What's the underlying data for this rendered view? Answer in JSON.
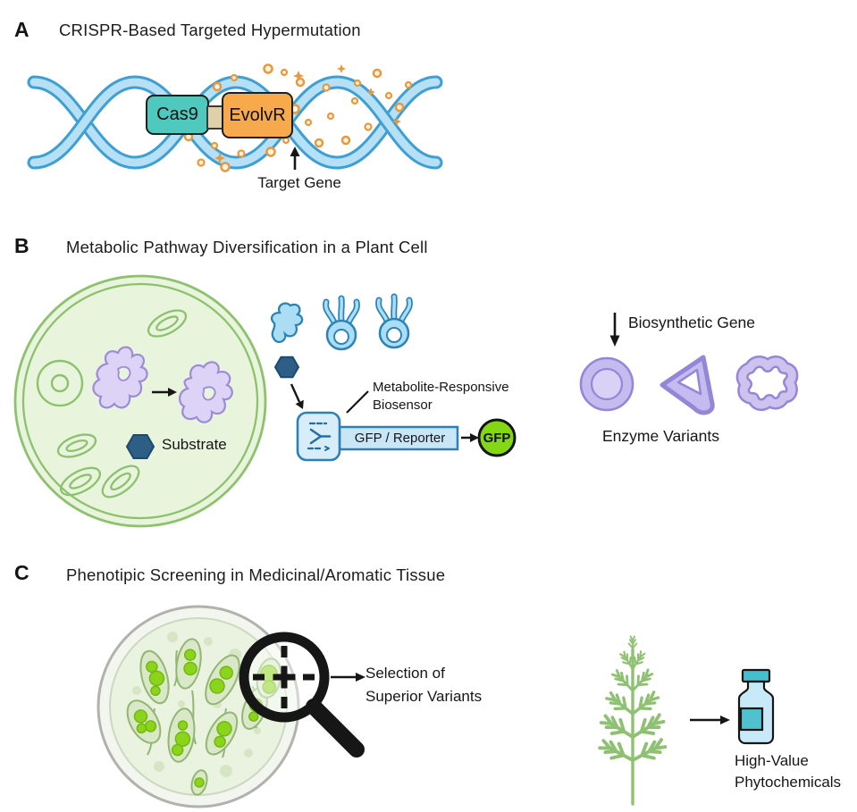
{
  "panel_a": {
    "letter": "A",
    "title": "CRISPR-Based Targeted Hypermutation",
    "cas9_label": "Cas9",
    "evolvr_label": "EvolvR",
    "target_gene_label": "Target Gene"
  },
  "panel_b": {
    "letter": "B",
    "title": "Metabolic Pathway Diversification in a Plant Cell",
    "substrate_label": "Substrate",
    "biosensor_label_line1": "Metabolite-Responsive",
    "biosensor_label_line2": "Biosensor",
    "reporter_label": "GFP / Reporter",
    "gfp_label": "GFP",
    "biosynthetic_gene_label": "Biosynthetic Gene",
    "enzyme_variants_label": "Enzyme Variants"
  },
  "panel_c": {
    "letter": "C",
    "title": "Phenotipic Screening in Medicinal/Aromatic Tissue",
    "selection_label_line1": "Selection of",
    "selection_label_line2": "Superior Variants",
    "phytochemicals_label_line1": "High-Value",
    "phytochemicals_label_line2": "Phytochemicals"
  },
  "colors": {
    "dna_outline": "#3e9fd4",
    "dna_fill": "#b5e0f5",
    "cas9_fill": "#4fc9bd",
    "evolvr_fill": "#f7a94d",
    "linker_fill": "#ded0a8",
    "mutation_sparkle": "#e8993d",
    "cell_fill": "#e9f4dd",
    "cell_stroke": "#8cc26e",
    "enzyme_fill": "#ddd3f6",
    "enzyme_stroke": "#9b8cd8",
    "substrate_fill": "#2d5f86",
    "aptamer_fill": "#abdef5",
    "aptamer_stroke": "#2b84b8",
    "sensor_fill": "#d8edfa",
    "sensor_stroke": "#2d7fb8",
    "gfp_fill": "#84d716",
    "variant_fill": "#c6bbee",
    "variant_stroke": "#9486d8",
    "dish_stroke": "#b1b1ae",
    "tissue_fill": "#d9e8c6",
    "tissue_stroke": "#94b675",
    "droplet_fill": "#8ad51c",
    "plant_green": "#8fc172",
    "vial_body": "#c8e9f8",
    "vial_teal": "#45bfce"
  }
}
